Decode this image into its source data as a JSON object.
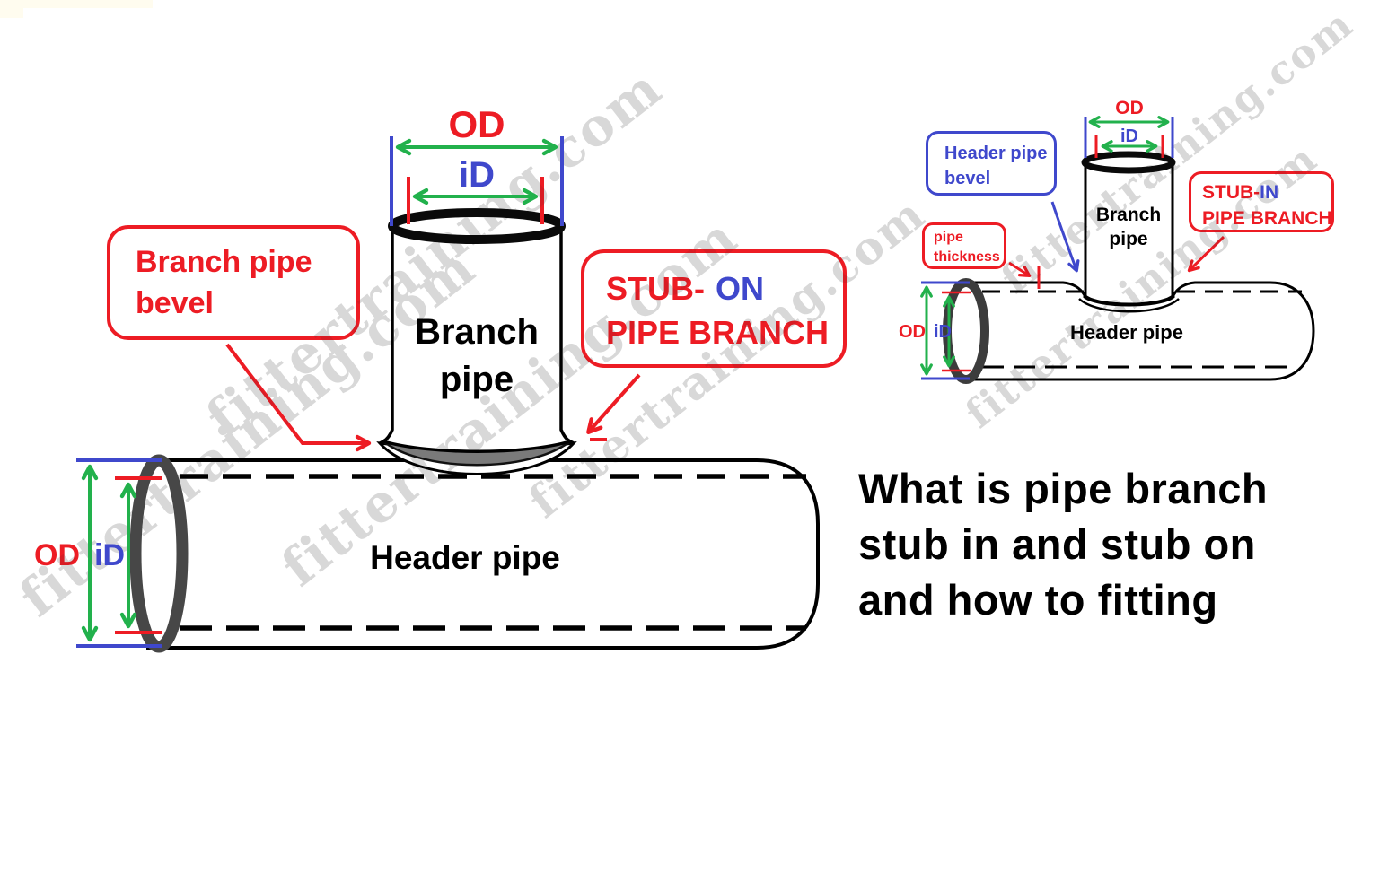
{
  "watermark": {
    "text": "fittertraining.com"
  },
  "colors": {
    "red": "#ED1C24",
    "blue": "#3F48CC",
    "green": "#22B14C",
    "bevel_gray": "#7a7a7a",
    "watermark_gray": "#D8D8D8"
  },
  "left_diagram": {
    "top_od": "OD",
    "top_id": "iD",
    "bevel_box": {
      "line1": "Branch pipe",
      "line2": "bevel"
    },
    "stub_box": {
      "prefix": "STUB-",
      "suffix": "ON",
      "line2": "PIPE BRANCH"
    },
    "branch_label": {
      "line1": "Branch",
      "line2": "pipe"
    },
    "header_label": "Header pipe",
    "side_od": "OD",
    "side_id": "iD"
  },
  "right_diagram": {
    "top_od": "OD",
    "top_id": "iD",
    "bevel_box": {
      "line1": "Header pipe",
      "line2": "bevel"
    },
    "stub_box": {
      "prefix": "STUB-",
      "suffix": "IN",
      "line2": "PIPE BRANCH"
    },
    "thickness_box": {
      "line1": "pipe",
      "line2": "thickness"
    },
    "branch_label": {
      "line1": "Branch",
      "line2": "pipe"
    },
    "header_label": "Header pipe",
    "side_od": "OD",
    "side_id": "iD"
  },
  "caption": {
    "line1": "What is pipe branch",
    "line2": "stub in and stub on",
    "line3": "and how to fitting"
  }
}
